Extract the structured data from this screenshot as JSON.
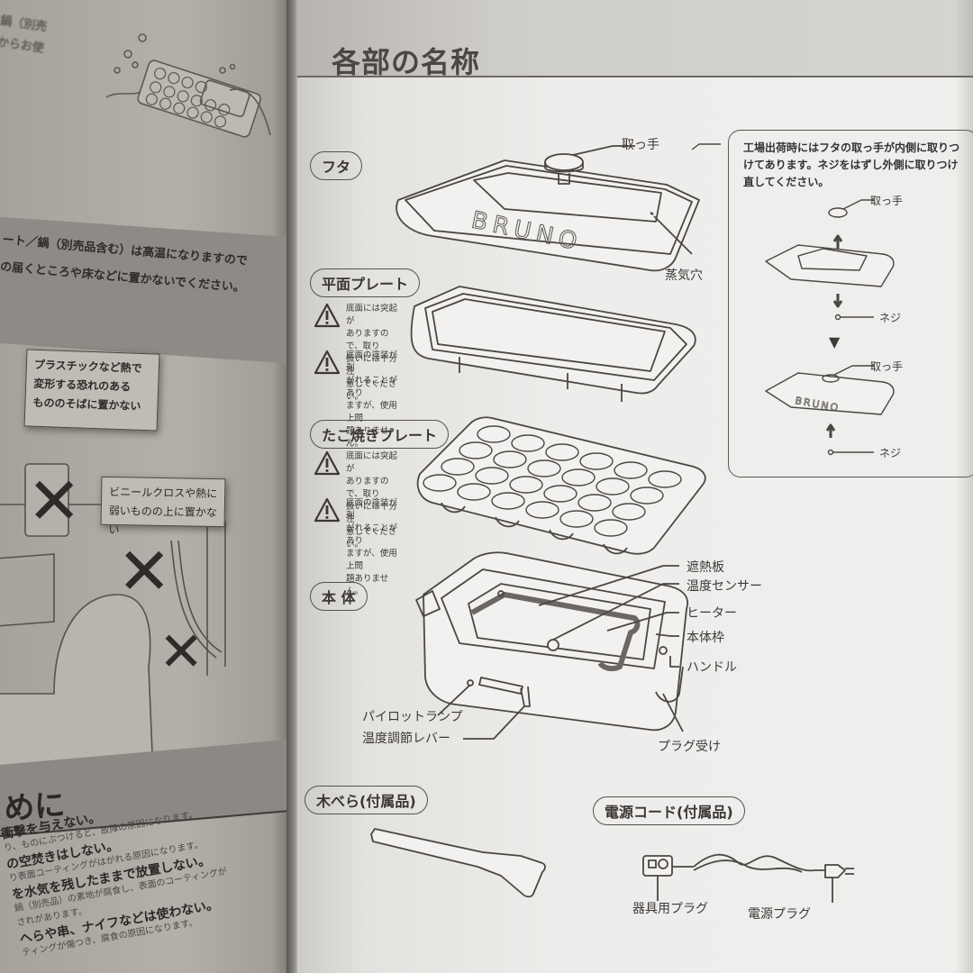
{
  "left_page": {
    "top_text": [
      "鍋（別売",
      "からお使"
    ],
    "band_text": [
      "ート／鍋（別売品含む）は高温になりますので",
      "の届くところや床などに置かないでください。"
    ],
    "bubbles": [
      {
        "lines": [
          "プラスチックなど熱で",
          "変形する恐れのある",
          "もののそばに置かない"
        ]
      },
      {
        "lines": [
          "ビニールクロスや熱に",
          "弱いものの上に置かない"
        ]
      }
    ],
    "x_mark": "✕",
    "bottom_title": "めに",
    "bottom_items": [
      {
        "bold": "衝撃を与えない。",
        "small": "り、ものにぶつけると、故障の原因になります。"
      },
      {
        "bold": "の空焚きはしない。",
        "small": "り表面コーティングがはがれる原因になります。"
      },
      {
        "bold": "を水気を残したままで放置しない。",
        "small": "鍋（別売品）の素地が腐食し、表面のコーティングが"
      },
      {
        "bold": "",
        "small": "されがあります。"
      },
      {
        "bold": "へらや串、ナイフなどは使わない。",
        "small": "ティングが傷つき、腐食の原因になります。"
      }
    ]
  },
  "right_page": {
    "title": "各部の名称",
    "sections": {
      "lid": {
        "pill": "フタ",
        "labels": {
          "handle": "取っ手",
          "steam_vent": "蒸気穴"
        },
        "brand": "BRUNO"
      },
      "flat_plate": {
        "pill": "平面プレート",
        "warnings": [
          {
            "lines": [
              "底面には突起が",
              "ありますので、取り",
              "扱いには十分注",
              "意してください。"
            ]
          },
          {
            "lines": [
              "底面の塗装が剥",
              "がれることがあり",
              "ますが、使用上問",
              "題ありません。"
            ]
          }
        ]
      },
      "takoyaki_plate": {
        "pill": "たこ焼きプレート",
        "warnings": [
          {
            "lines": [
              "底面には突起が",
              "ありますので、取り",
              "扱いには十分注",
              "意してください。"
            ]
          },
          {
            "lines": [
              "底面の塗装が剥",
              "がれることがあり",
              "ますが、使用上問",
              "題ありません。"
            ]
          }
        ]
      },
      "body": {
        "pill": "本 体",
        "labels": {
          "heat_shield": "遮熱板",
          "temp_sensor": "温度センサー",
          "heater": "ヒーター",
          "body_frame": "本体枠",
          "handle": "ハンドル",
          "pilot_lamp": "パイロットランプ",
          "temp_lever": "温度調節レバー",
          "plug_receiver": "プラグ受け"
        }
      },
      "spatula": {
        "pill": "木べら(付属品)"
      },
      "power_cord": {
        "pill": "電源コード(付属品)",
        "labels": {
          "appliance_plug": "器具用プラグ",
          "power_plug": "電源プラグ"
        }
      }
    },
    "note_box": {
      "text": "工場出荷時にはフタの取っ手が内側に取りつけてあります。ネジをはずし外側に取りつけ直してください。",
      "labels": {
        "handle_top": "取っ手",
        "screw_top": "ネジ",
        "handle_bottom": "取っ手",
        "screw_bottom": "ネジ"
      },
      "arrow": "▼",
      "brand": "BRUNO"
    }
  },
  "colors": {
    "page_paper": "#eeedeb",
    "header_band": "#d0cecb",
    "ink": "#3a3735",
    "left_page_shadow": "#a7a29c"
  }
}
